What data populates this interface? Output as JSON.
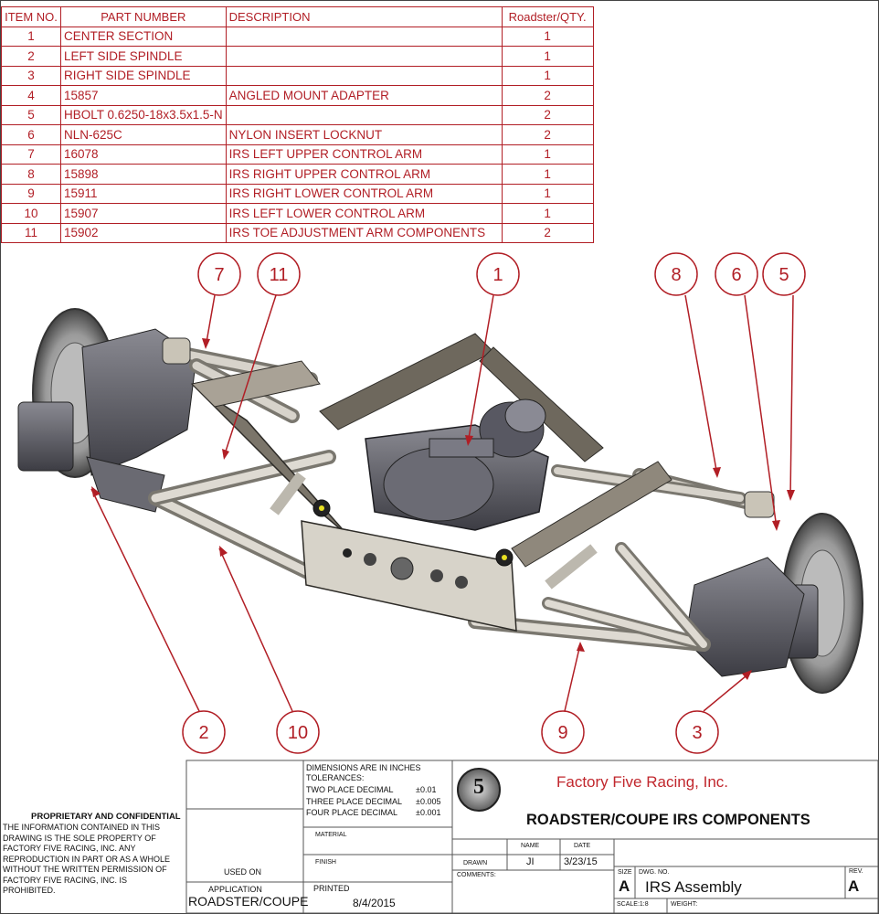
{
  "bom": {
    "headers": [
      "ITEM NO.",
      "PART NUMBER",
      "DESCRIPTION",
      "Roadster/QTY."
    ],
    "rows": [
      {
        "item": "1",
        "part": "CENTER SECTION",
        "desc": "",
        "qty": "1"
      },
      {
        "item": "2",
        "part": "LEFT SIDE SPINDLE",
        "desc": "",
        "qty": "1"
      },
      {
        "item": "3",
        "part": "RIGHT SIDE SPINDLE",
        "desc": "",
        "qty": "1"
      },
      {
        "item": "4",
        "part": "15857",
        "desc": "ANGLED MOUNT ADAPTER",
        "qty": "2"
      },
      {
        "item": "5",
        "part": "HBOLT 0.6250-18x3.5x1.5-N",
        "desc": "",
        "qty": "2"
      },
      {
        "item": "6",
        "part": "NLN-625C",
        "desc": "NYLON INSERT LOCKNUT",
        "qty": "2"
      },
      {
        "item": "7",
        "part": "16078",
        "desc": "IRS LEFT UPPER CONTROL ARM",
        "qty": "1"
      },
      {
        "item": "8",
        "part": "15898",
        "desc": "IRS RIGHT UPPER CONTROL ARM",
        "qty": "1"
      },
      {
        "item": "9",
        "part": "15911",
        "desc": "IRS RIGHT LOWER CONTROL ARM",
        "qty": "1"
      },
      {
        "item": "10",
        "part": "15907",
        "desc": "IRS LEFT LOWER CONTROL ARM",
        "qty": "1"
      },
      {
        "item": "11",
        "part": "15902",
        "desc": "IRS TOE ADJUSTMENT ARM COMPONENTS",
        "qty": "2"
      }
    ]
  },
  "balloons": [
    "7",
    "11",
    "1",
    "8",
    "6",
    "5",
    "2",
    "10",
    "9",
    "3"
  ],
  "title_block": {
    "proprietary_title": "PROPRIETARY AND CONFIDENTIAL",
    "proprietary_body": [
      "THE INFORMATION CONTAINED IN THIS",
      "DRAWING IS THE SOLE PROPERTY OF",
      "FACTORY FIVE RACING, INC.  ANY",
      "REPRODUCTION IN PART OR AS A WHOLE",
      "WITHOUT THE WRITTEN PERMISSION OF",
      "FACTORY FIVE RACING, INC. IS",
      "PROHIBITED."
    ],
    "used_on": "USED ON",
    "application": "APPLICATION",
    "application_value": "ROADSTER/COUPE",
    "dims_line1": "DIMENSIONS ARE IN INCHES",
    "dims_line2": "TOLERANCES:",
    "tol_two": "TWO PLACE DECIMAL",
    "tol_two_val": "±0.01",
    "tol_three": "THREE PLACE DECIMAL",
    "tol_three_val": "±0.005",
    "tol_four": "FOUR PLACE DECIMAL",
    "tol_four_val": "±0.001",
    "material": "MATERIAL",
    "finish": "FINISH",
    "printed": "PRINTED",
    "printed_value": "8/4/2015",
    "company": "Factory Five Racing, Inc.",
    "logo_text": "5",
    "drawing_title": "ROADSTER/COUPE IRS COMPONENTS",
    "name_header": "NAME",
    "date_header": "DATE",
    "drawn": "DRAWN",
    "drawn_name": "JI",
    "drawn_date": "3/23/15",
    "comments": "COMMENTS:",
    "size_label": "SIZE",
    "size": "A",
    "dwg_no_label": "DWG.  NO.",
    "dwg_no": "IRS Assembly",
    "rev_label": "REV.",
    "rev": "A",
    "scale": "SCALE:1:8",
    "weight": "WEIGHT:"
  }
}
